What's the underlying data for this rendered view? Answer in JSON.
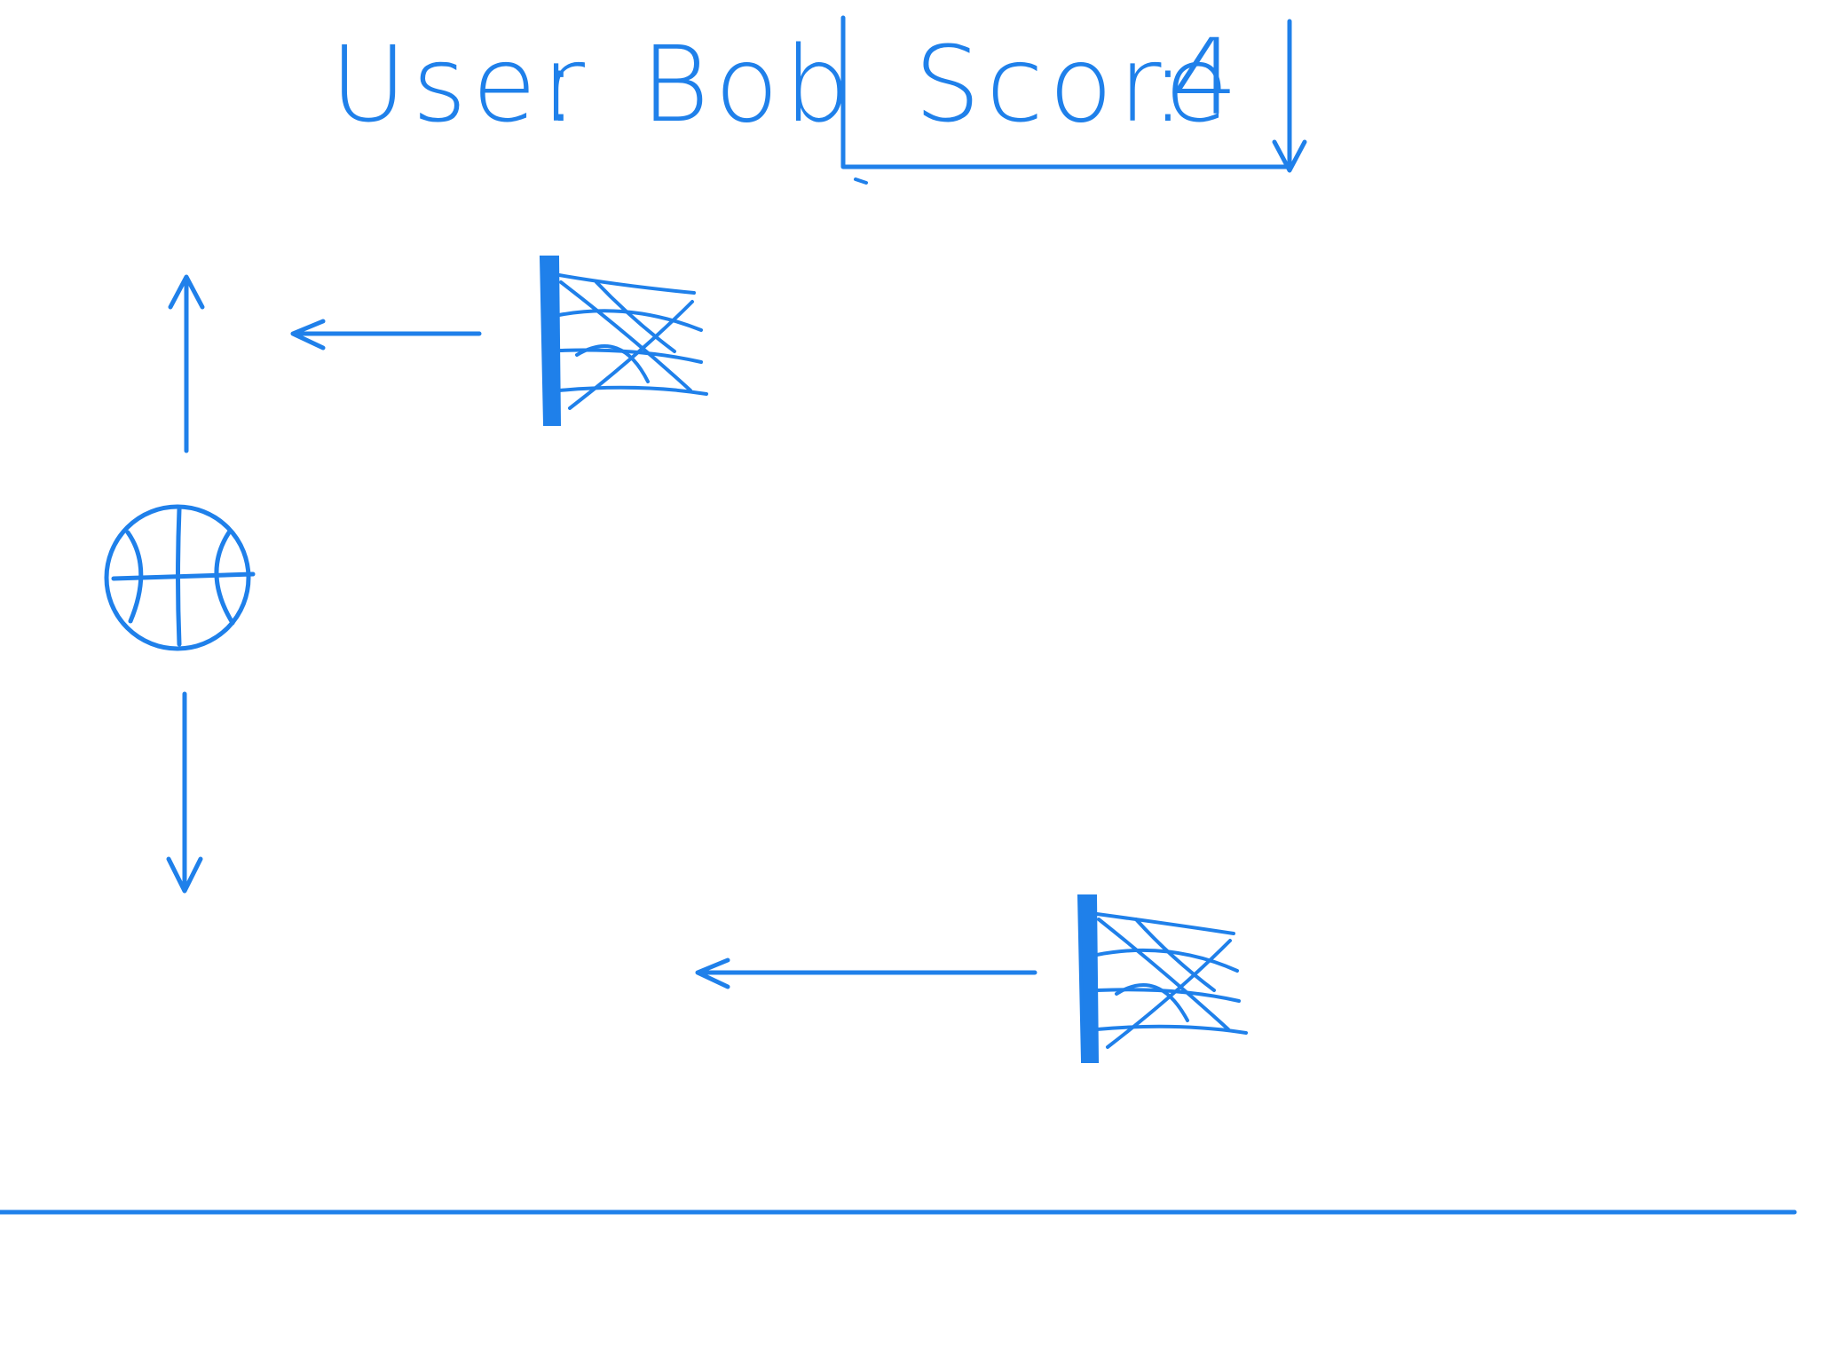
{
  "hud": {
    "user_label": "User",
    "user_separator": ":",
    "user_name": "Bob",
    "score_label": "Score",
    "score_separator": ":",
    "score_value": "4"
  },
  "colors": {
    "ink": "#1f80ea",
    "background": "#ffffff"
  },
  "icons": {
    "ball": "basketball-icon",
    "hoop": "basketball-hoop-icon",
    "arrow_up": "arrow-up-icon",
    "arrow_down": "arrow-down-icon",
    "arrow_left": "arrow-left-icon"
  }
}
